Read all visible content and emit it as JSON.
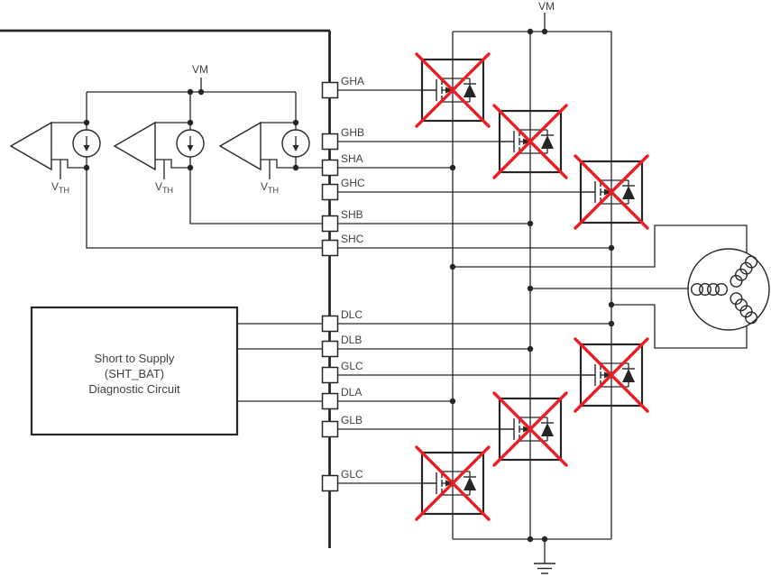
{
  "diagram": {
    "vm_top_label": "VM",
    "vm_left_label": "VM",
    "vth": {
      "main": "V",
      "sub": "TH"
    },
    "pins": [
      {
        "label": "GHA"
      },
      {
        "label": "GHB"
      },
      {
        "label": "SHA"
      },
      {
        "label": "GHC"
      },
      {
        "label": "SHB"
      },
      {
        "label": "SHC"
      },
      {
        "label": "DLC"
      },
      {
        "label": "DLB"
      },
      {
        "label": "GLC"
      },
      {
        "label": "DLA"
      },
      {
        "label": "GLB"
      },
      {
        "label": "GLC"
      }
    ],
    "diagnostic_box": {
      "line1": "Short to Supply",
      "line2": "(SHT_BAT)",
      "line3": "Diagnostic Circuit"
    },
    "symbols": {
      "mosfet": "nmos-with-body-diode",
      "fault_marker": "red-x-crossed-out",
      "comparator": "comparator-with-current-source",
      "motor": "three-phase-motor-coils",
      "ground": "earth-ground"
    },
    "colors": {
      "line": "#262626",
      "fault": "#ec1c24",
      "text": "#3f3f3f"
    }
  }
}
